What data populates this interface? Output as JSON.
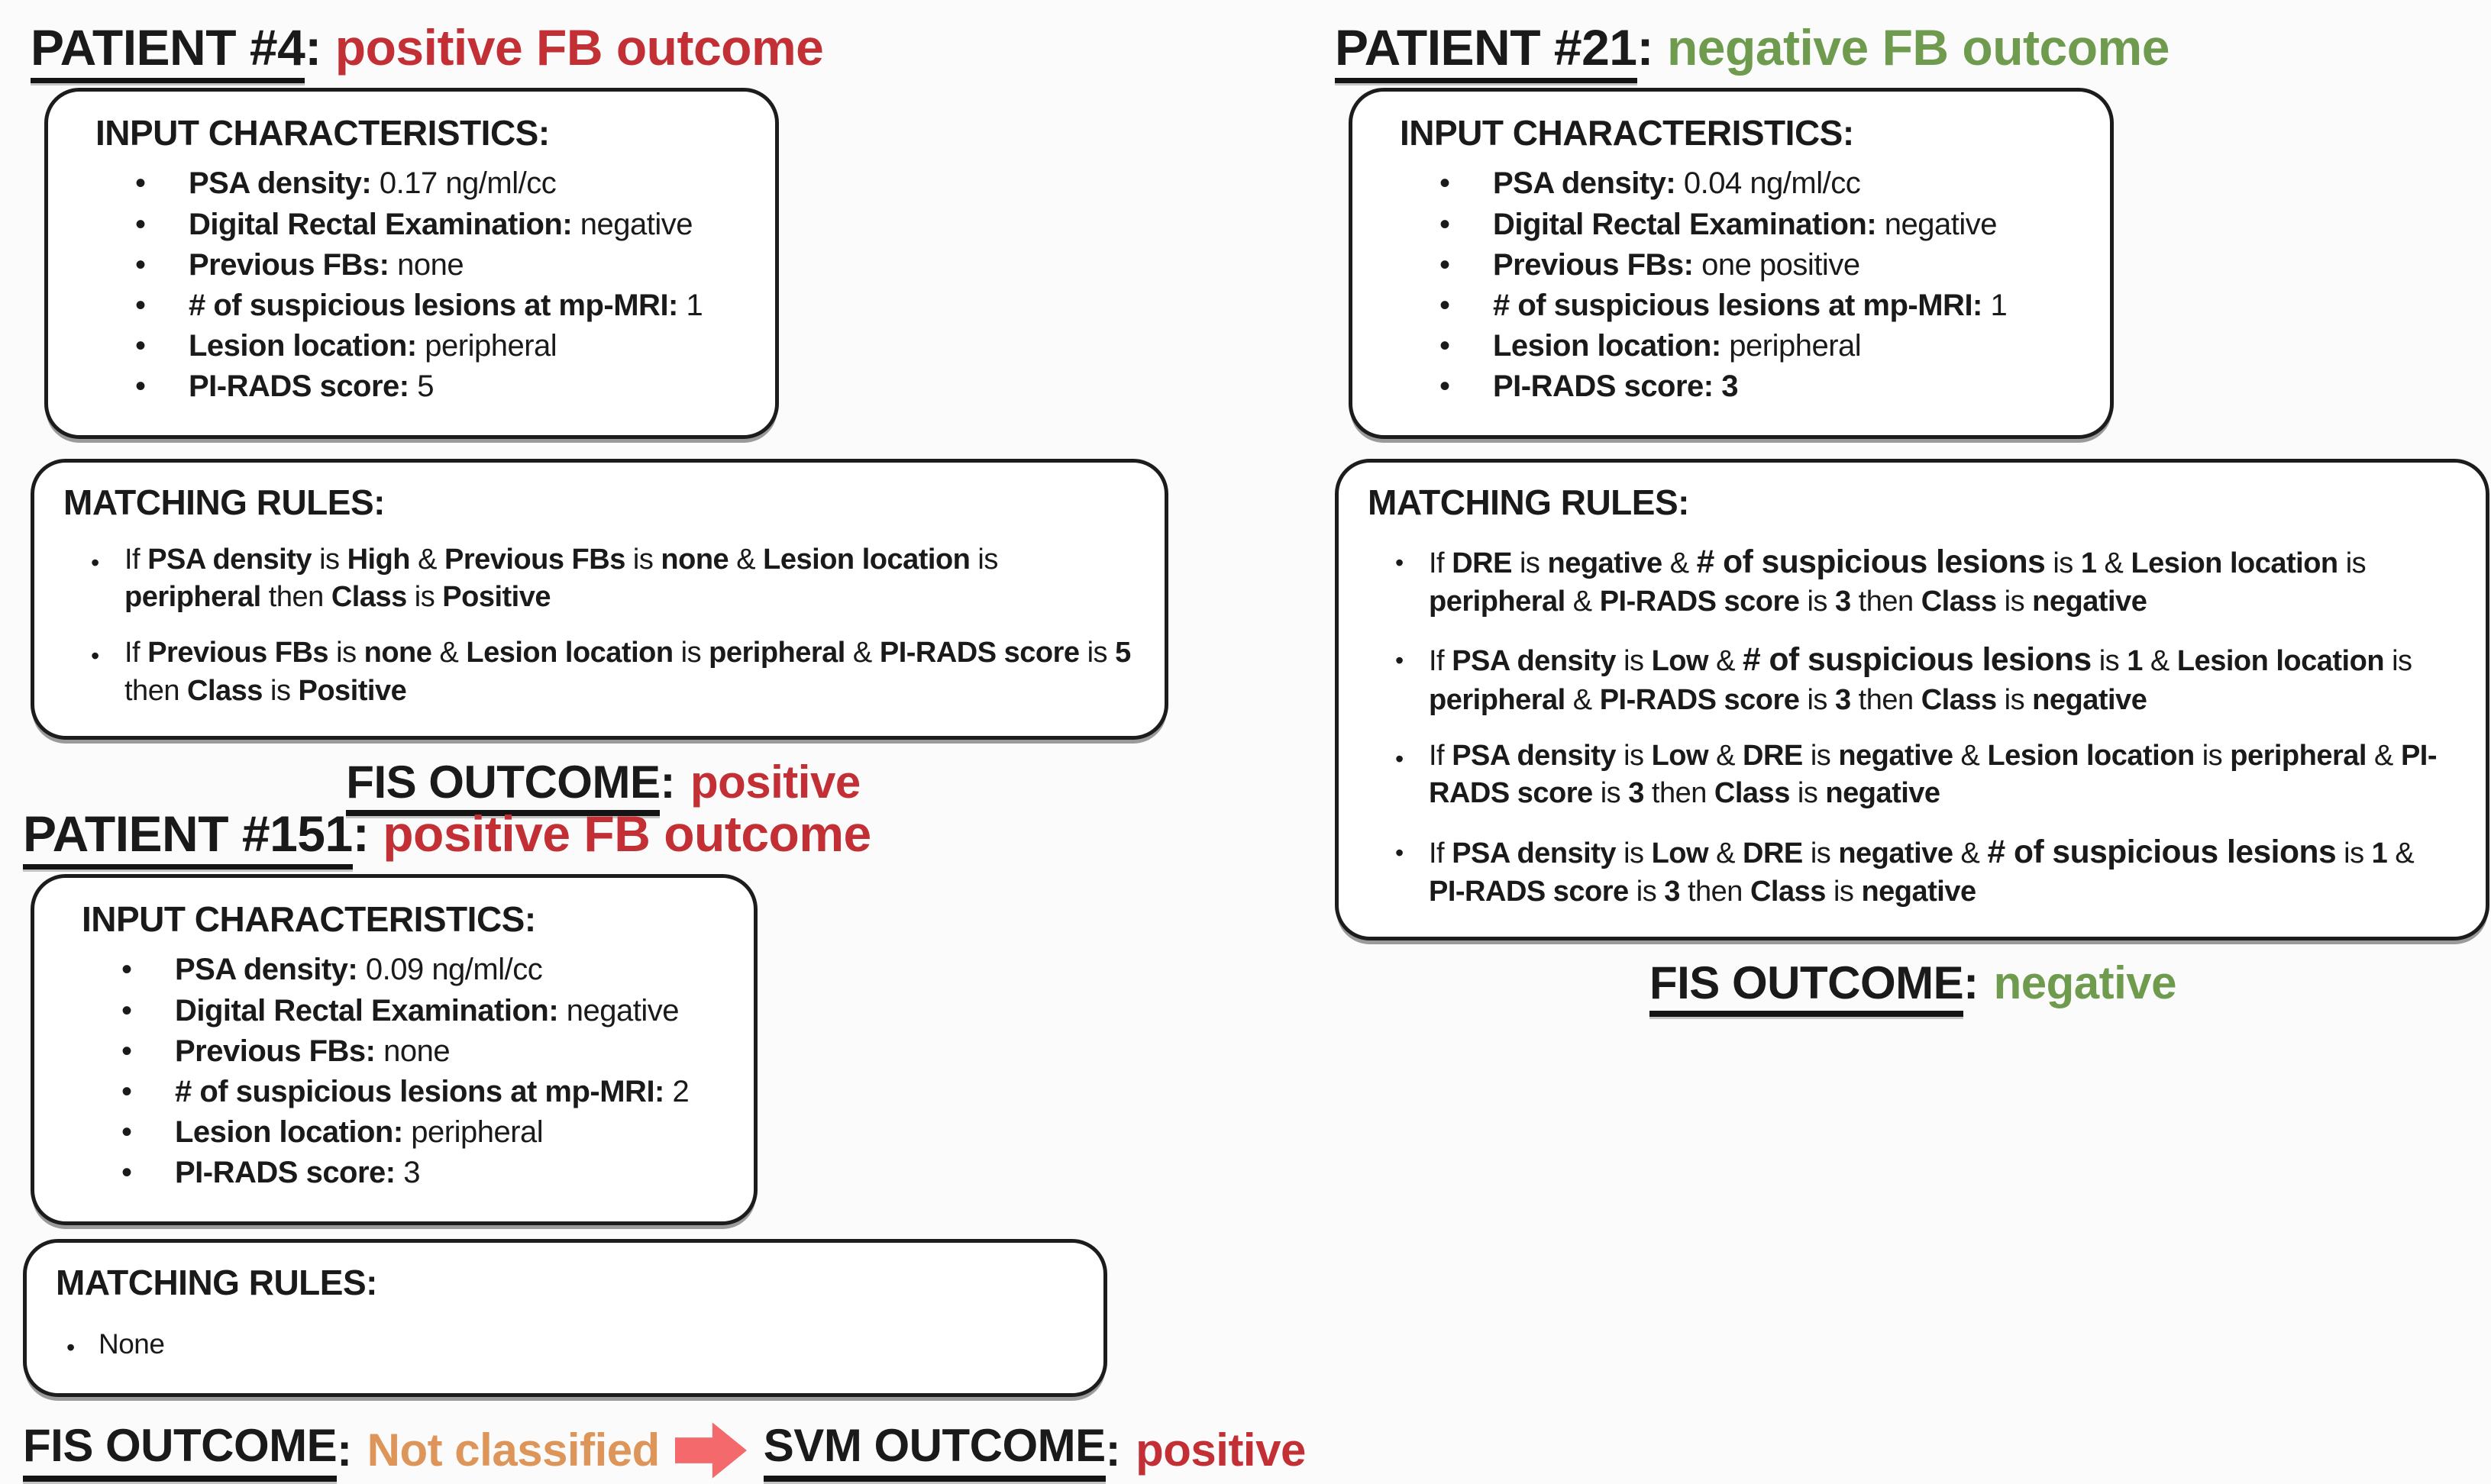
{
  "palette": {
    "red": "#C22F35",
    "green": "#6E9B4D",
    "orange": "#DD955A",
    "arrow": "#F4696B",
    "ink": "#1A1A1A",
    "border": "#1C1C1C",
    "bg": "#FBFBFB"
  },
  "patients": {
    "p4": {
      "header": {
        "label": "PATIENT #4",
        "colon": ":",
        "outcome": "positive FB outcome"
      },
      "input": {
        "title": "INPUT CHARACTERISTICS:",
        "items": [
          {
            "segments": [
              {
                "t": "PSA density:",
                "b": true
              },
              {
                "t": " 0.17 ng/ml/cc"
              }
            ]
          },
          {
            "segments": [
              {
                "t": "Digital Rectal Examination:",
                "b": true
              },
              {
                "t": " negative"
              }
            ]
          },
          {
            "segments": [
              {
                "t": "Previous FBs:",
                "b": true
              },
              {
                "t": " none"
              }
            ]
          },
          {
            "segments": [
              {
                "t": "# of suspicious lesions at mp-MRI:",
                "b": true
              },
              {
                "t": " 1"
              }
            ]
          },
          {
            "segments": [
              {
                "t": "Lesion location:",
                "b": true
              },
              {
                "t": " peripheral"
              }
            ]
          },
          {
            "segments": [
              {
                "t": "PI-RADS score:",
                "b": true
              },
              {
                "t": " 5"
              }
            ]
          }
        ]
      },
      "rules": {
        "title": "MATCHING RULES:",
        "items": [
          {
            "segments": [
              {
                "t": "If "
              },
              {
                "t": "PSA density",
                "b": true
              },
              {
                "t": " is "
              },
              {
                "t": "High",
                "b": true
              },
              {
                "t": " & "
              },
              {
                "t": "Previous FBs",
                "b": true
              },
              {
                "t": " is "
              },
              {
                "t": "none",
                "b": true
              },
              {
                "t": " & "
              },
              {
                "t": "Lesion location",
                "b": true
              },
              {
                "t": " is "
              },
              {
                "t": "peripheral",
                "b": true
              },
              {
                "t": " then "
              },
              {
                "t": "Class",
                "b": true
              },
              {
                "t": " is "
              },
              {
                "t": "Positive",
                "b": true
              }
            ]
          },
          {
            "segments": [
              {
                "t": "If "
              },
              {
                "t": "Previous FBs",
                "b": true
              },
              {
                "t": " is "
              },
              {
                "t": "none",
                "b": true
              },
              {
                "t": " & "
              },
              {
                "t": "Lesion location",
                "b": true
              },
              {
                "t": " is "
              },
              {
                "t": "peripheral",
                "b": true
              },
              {
                "t": " & "
              },
              {
                "t": "PI-RADS score",
                "b": true
              },
              {
                "t": " is "
              },
              {
                "t": "5",
                "b": true
              },
              {
                "t": " then "
              },
              {
                "t": "Class",
                "b": true
              },
              {
                "t": " is "
              },
              {
                "t": "Positive",
                "b": true
              }
            ]
          }
        ]
      },
      "fis": {
        "label": "FIS OUTCOME",
        "colon": ":",
        "value": "positive"
      }
    },
    "p21": {
      "header": {
        "label": "PATIENT #21",
        "colon": ":",
        "outcome": "negative FB outcome"
      },
      "input": {
        "title": "INPUT CHARACTERISTICS:",
        "items": [
          {
            "segments": [
              {
                "t": "PSA density:",
                "b": true
              },
              {
                "t": " 0.04 ng/ml/cc"
              }
            ]
          },
          {
            "segments": [
              {
                "t": "Digital Rectal Examination:",
                "b": true
              },
              {
                "t": " negative"
              }
            ]
          },
          {
            "segments": [
              {
                "t": "Previous FBs:",
                "b": true
              },
              {
                "t": " one positive"
              }
            ]
          },
          {
            "segments": [
              {
                "t": "# of suspicious lesions at mp-MRI:",
                "b": true
              },
              {
                "t": " 1"
              }
            ]
          },
          {
            "segments": [
              {
                "t": "Lesion location:",
                "b": true
              },
              {
                "t": " peripheral"
              }
            ]
          },
          {
            "segments": [
              {
                "t": "PI-RADS score:",
                "b": true
              },
              {
                "t": " "
              },
              {
                "t": "3",
                "b": true
              }
            ]
          }
        ]
      },
      "rules": {
        "title": "MATCHING RULES:",
        "items": [
          {
            "segments": [
              {
                "t": "If "
              },
              {
                "t": "DRE",
                "b": true
              },
              {
                "t": " is "
              },
              {
                "t": "negative",
                "b": true
              },
              {
                "t": " & "
              },
              {
                "t": "# of suspicious lesions",
                "b": true,
                "big": true
              },
              {
                "t": " is "
              },
              {
                "t": "1",
                "b": true
              },
              {
                "t": " & "
              },
              {
                "t": "Lesion location",
                "b": true
              },
              {
                "t": " is "
              },
              {
                "t": "peripheral",
                "b": true
              },
              {
                "t": " & "
              },
              {
                "t": "PI-RADS score",
                "b": true
              },
              {
                "t": " is "
              },
              {
                "t": "3",
                "b": true
              },
              {
                "t": " then "
              },
              {
                "t": "Class",
                "b": true
              },
              {
                "t": " is "
              },
              {
                "t": "negative",
                "b": true
              }
            ]
          },
          {
            "segments": [
              {
                "t": "If "
              },
              {
                "t": "PSA density",
                "b": true
              },
              {
                "t": " is "
              },
              {
                "t": "Low",
                "b": true
              },
              {
                "t": " & "
              },
              {
                "t": "# of suspicious lesions",
                "b": true,
                "big": true
              },
              {
                "t": " is "
              },
              {
                "t": "1",
                "b": true
              },
              {
                "t": " & "
              },
              {
                "t": "Lesion location",
                "b": true
              },
              {
                "t": " is "
              },
              {
                "t": "peripheral",
                "b": true
              },
              {
                "t": " & "
              },
              {
                "t": "PI-RADS score",
                "b": true
              },
              {
                "t": " is "
              },
              {
                "t": "3",
                "b": true
              },
              {
                "t": " then "
              },
              {
                "t": "Class",
                "b": true
              },
              {
                "t": " is "
              },
              {
                "t": "negative",
                "b": true
              }
            ]
          },
          {
            "segments": [
              {
                "t": "If "
              },
              {
                "t": "PSA density",
                "b": true
              },
              {
                "t": " is "
              },
              {
                "t": "Low",
                "b": true
              },
              {
                "t": " & "
              },
              {
                "t": "DRE",
                "b": true
              },
              {
                "t": " is "
              },
              {
                "t": "negative",
                "b": true
              },
              {
                "t": " & "
              },
              {
                "t": "Lesion location",
                "b": true
              },
              {
                "t": " is "
              },
              {
                "t": "peripheral",
                "b": true
              },
              {
                "t": " & "
              },
              {
                "t": "PI-RADS score",
                "b": true
              },
              {
                "t": " is "
              },
              {
                "t": "3",
                "b": true
              },
              {
                "t": " then "
              },
              {
                "t": "Class",
                "b": true
              },
              {
                "t": " is "
              },
              {
                "t": "negative",
                "b": true
              }
            ]
          },
          {
            "segments": [
              {
                "t": "If "
              },
              {
                "t": "PSA density",
                "b": true
              },
              {
                "t": " is "
              },
              {
                "t": "Low",
                "b": true
              },
              {
                "t": " & "
              },
              {
                "t": "DRE",
                "b": true
              },
              {
                "t": " is "
              },
              {
                "t": "negative",
                "b": true
              },
              {
                "t": " & "
              },
              {
                "t": "# of suspicious lesions",
                "b": true,
                "big": true
              },
              {
                "t": " is "
              },
              {
                "t": "1",
                "b": true
              },
              {
                "t": " & "
              },
              {
                "t": "PI-RADS score",
                "b": true
              },
              {
                "t": " is "
              },
              {
                "t": "3",
                "b": true
              },
              {
                "t": " then "
              },
              {
                "t": "Class",
                "b": true
              },
              {
                "t": " is "
              },
              {
                "t": "negative",
                "b": true
              }
            ]
          }
        ]
      },
      "fis": {
        "label": "FIS OUTCOME",
        "colon": ":",
        "value": "negative"
      }
    },
    "p151": {
      "header": {
        "label": "PATIENT #151",
        "colon": ":",
        "outcome": "positive FB outcome"
      },
      "input": {
        "title": "INPUT CHARACTERISTICS:",
        "items": [
          {
            "segments": [
              {
                "t": "PSA density:",
                "b": true
              },
              {
                "t": " 0.09 ng/ml/cc"
              }
            ]
          },
          {
            "segments": [
              {
                "t": "Digital Rectal Examination:",
                "b": true
              },
              {
                "t": " negative"
              }
            ]
          },
          {
            "segments": [
              {
                "t": "Previous FBs:",
                "b": true
              },
              {
                "t": " none"
              }
            ]
          },
          {
            "segments": [
              {
                "t": "# of suspicious lesions at mp-MRI:",
                "b": true
              },
              {
                "t": " 2"
              }
            ]
          },
          {
            "segments": [
              {
                "t": "Lesion location:",
                "b": true
              },
              {
                "t": " peripheral"
              }
            ]
          },
          {
            "segments": [
              {
                "t": "PI-RADS score:",
                "b": true
              },
              {
                "t": "  3"
              }
            ]
          }
        ]
      },
      "rules": {
        "title": "MATCHING RULES:",
        "items": [
          {
            "segments": [
              {
                "t": "None"
              }
            ]
          }
        ]
      },
      "outcome_row": {
        "fis_label": "FIS OUTCOME",
        "fis_colon": ":",
        "fis_value": "Not classified",
        "arrow_icon": "right-arrow",
        "svm_label": "SVM OUTCOME",
        "svm_colon": ":",
        "svm_value": "positive"
      }
    }
  }
}
